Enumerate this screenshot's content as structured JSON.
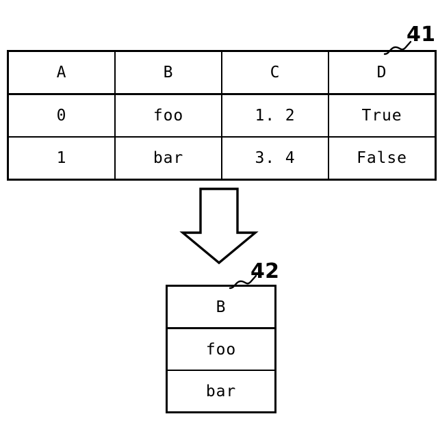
{
  "figure": {
    "background_color": "#ffffff",
    "line_color": "#000000"
  },
  "upper_table": {
    "reference_numeral": "41",
    "columns": [
      "A",
      "B",
      "C",
      "D"
    ],
    "rows": [
      [
        "0",
        "foo",
        "1. 2",
        "True"
      ],
      [
        "1",
        "bar",
        "3. 4",
        "False"
      ]
    ]
  },
  "arrow": {
    "icon": "down-arrow-icon",
    "direction": "down"
  },
  "lower_table": {
    "reference_numeral": "42",
    "columns": [
      "B"
    ],
    "rows": [
      [
        "foo"
      ],
      [
        "bar"
      ]
    ]
  }
}
